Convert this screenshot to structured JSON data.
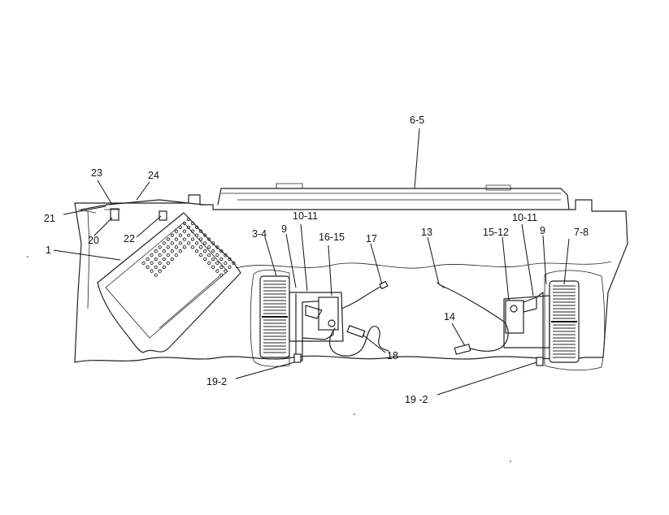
{
  "labels": {
    "l_6_5": "6-5",
    "l_23": "23",
    "l_24": "24",
    "l_21": "21",
    "l_20": "20",
    "l_22": "22",
    "l_1": "1",
    "l_3_4": "3-4",
    "l_9a": "9",
    "l_10_11a": "10-11",
    "l_16_15": "16-15",
    "l_17": "17",
    "l_13": "13",
    "l_15_12": "15-12",
    "l_10_11b": "10-11",
    "l_9b": "9",
    "l_7_8": "7-8",
    "l_14": "14",
    "l_18": "18",
    "l_19_2a": "19-2",
    "l_19_2b": "19 -2"
  }
}
